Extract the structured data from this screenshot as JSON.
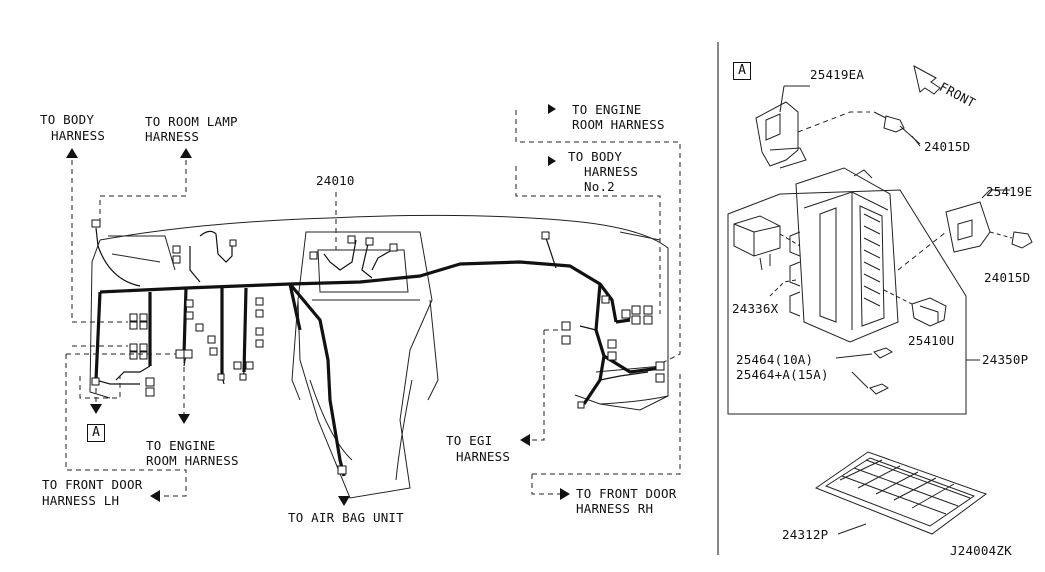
{
  "diagram_id": "J24004ZK",
  "callouts": {
    "to_body_harness": [
      "TO BODY",
      "HARNESS"
    ],
    "to_room_lamp_harness": [
      "TO ROOM LAMP",
      "HARNESS"
    ],
    "to_engine_room_harness_top": [
      "TO ENGINE",
      "ROOM HARNESS"
    ],
    "to_body_harness_no2": [
      "TO BODY",
      "HARNESS",
      "No.2"
    ],
    "to_engine_room_harness_left": [
      "TO ENGINE",
      "ROOM HARNESS"
    ],
    "to_front_door_harness_lh": [
      "TO FRONT DOOR",
      "HARNESS LH"
    ],
    "to_air_bag_unit": "TO AIR BAG UNIT",
    "to_egi_harness": [
      "TO EGI",
      "HARNESS"
    ],
    "to_front_door_harness_rh": [
      "TO FRONT DOOR",
      "HARNESS RH"
    ]
  },
  "parts": {
    "main_harness": "24010",
    "detail_ref": "A",
    "bracket_upper": "25419EA",
    "bracket_right": "25419E",
    "bolt_upper": "24015D",
    "bolt_right": "24015D",
    "relay": "24336X",
    "connector": "25410U",
    "fuse_10a": "25464(10A)",
    "fuse_15a": "25464+A(15A)",
    "fuse_block": "24350P",
    "fuse_label_sheet": "24312P",
    "front_label": "FRONT"
  }
}
